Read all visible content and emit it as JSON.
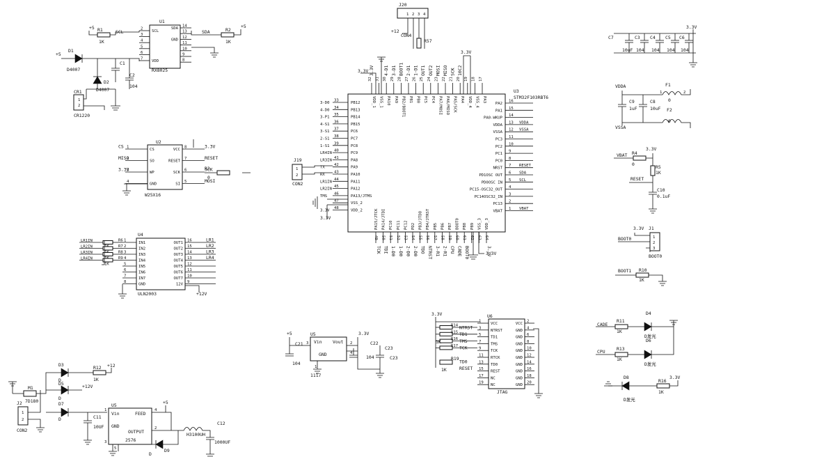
{
  "title": "",
  "mcu": {
    "ref": "U3",
    "part": "STM32F103RBT6",
    "top_pins": [
      {
        "num": "32",
        "name": "VDD_1",
        "net": "3.3V"
      },
      {
        "num": "31",
        "name": "VSS_1",
        "net": ""
      },
      {
        "num": "30",
        "name": "PA10",
        "net": "4-D1"
      },
      {
        "num": "29",
        "name": "PA9",
        "net": "3-D1"
      },
      {
        "num": "28",
        "name": "PB2/BOOT1",
        "net": "BOOT1"
      },
      {
        "num": "27",
        "name": "PB1",
        "net": "2-D1"
      },
      {
        "num": "26",
        "name": "PB0",
        "net": "1-D1"
      },
      {
        "num": "25",
        "name": "PC5",
        "net": "OUT1"
      },
      {
        "num": "24",
        "name": "PC4",
        "net": "OUT2"
      },
      {
        "num": "23",
        "name": "PA7/MOSI",
        "net": "MOSI"
      },
      {
        "num": "22",
        "name": "PA6/MISO",
        "net": "MISO"
      },
      {
        "num": "21",
        "name": "PA5/SCK",
        "net": "SCK"
      },
      {
        "num": "20",
        "name": "PA4",
        "net": "10C2"
      },
      {
        "num": "19",
        "name": "VDD_4",
        "net": ""
      },
      {
        "num": "18",
        "name": "VSS_4",
        "net": ""
      },
      {
        "num": "17",
        "name": "PA3",
        "net": ""
      }
    ],
    "left_pins": [
      {
        "num": "33",
        "name": "PB12",
        "net": "3-D0"
      },
      {
        "num": "34",
        "name": "PB13",
        "net": "4-D0"
      },
      {
        "num": "35",
        "name": "PB14",
        "net": "3-P1"
      },
      {
        "num": "36",
        "name": "PB15",
        "net": "4-S1"
      },
      {
        "num": "37",
        "name": "PC6",
        "net": "3-S1"
      },
      {
        "num": "38",
        "name": "PC7",
        "net": "2-S1"
      },
      {
        "num": "39",
        "name": "PC8",
        "net": "1-S1"
      },
      {
        "num": "40",
        "name": "PC9",
        "net": "LR4IN"
      },
      {
        "num": "41",
        "name": "PA8",
        "net": "LR3IN"
      },
      {
        "num": "42",
        "name": "PA9",
        "net": "TX"
      },
      {
        "num": "43",
        "name": "PA10",
        "net": "RX"
      },
      {
        "num": "44",
        "name": "PA11",
        "net": "LR1IN"
      },
      {
        "num": "45",
        "name": "PA12",
        "net": "LR2IN"
      },
      {
        "num": "46",
        "name": "PA13/JTMS",
        "net": "TMS"
      },
      {
        "num": "47",
        "name": "VSS_2",
        "net": ""
      },
      {
        "num": "48",
        "name": "VDD_2",
        "net": "3.3V"
      }
    ],
    "right_pins": [
      {
        "num": "16",
        "name": "PA2",
        "net": ""
      },
      {
        "num": "15",
        "name": "PA1",
        "net": ""
      },
      {
        "num": "14",
        "name": "PA0-WKUP",
        "net": ""
      },
      {
        "num": "13",
        "name": "VDDA",
        "net": "VDDA"
      },
      {
        "num": "12",
        "name": "VSSA",
        "net": "VSSA"
      },
      {
        "num": "11",
        "name": "PC3",
        "net": ""
      },
      {
        "num": "10",
        "name": "PC2",
        "net": ""
      },
      {
        "num": "9",
        "name": "PC1",
        "net": ""
      },
      {
        "num": "8",
        "name": "PC0",
        "net": ""
      },
      {
        "num": "7",
        "name": "NRST",
        "net": "RESET"
      },
      {
        "num": "6",
        "name": "PD1OSC OUT",
        "net": "SDA"
      },
      {
        "num": "5",
        "name": "PD0OSC IN",
        "net": "SCL"
      },
      {
        "num": "4",
        "name": "PC15-OSC32_OUT",
        "net": ""
      },
      {
        "num": "3",
        "name": "PC14OSC32_IN",
        "net": ""
      },
      {
        "num": "2",
        "name": "PC13",
        "net": ""
      },
      {
        "num": "1",
        "name": "VBAT",
        "net": "VBAT"
      }
    ],
    "bottom_pins": [
      {
        "num": "49",
        "name": "PA15/JTCK",
        "net": "TCK"
      },
      {
        "num": "50",
        "name": "PA14/JTDI",
        "net": "TDI"
      },
      {
        "num": "51",
        "name": "PC10",
        "net": "1-D0"
      },
      {
        "num": "52",
        "name": "PC11",
        "net": "1-D0"
      },
      {
        "num": "53",
        "name": "PC12",
        "net": "2-D0"
      },
      {
        "num": "54",
        "name": "PD2",
        "net": "2-D0"
      },
      {
        "num": "55",
        "name": "PB3/JTDO",
        "net": "TDO"
      },
      {
        "num": "56",
        "name": "PB4/JTRST",
        "net": "NTRST"
      },
      {
        "num": "57",
        "name": "PB5",
        "net": "3-R1"
      },
      {
        "num": "58",
        "name": "PB6",
        "net": "2-R1"
      },
      {
        "num": "59",
        "name": "PB7",
        "net": "CPU"
      },
      {
        "num": "60",
        "name": "BOOT0",
        "net": "CADE"
      },
      {
        "num": "61",
        "name": "PB8",
        "net": "BOOT0"
      },
      {
        "num": "62",
        "name": "PB9",
        "net": ""
      },
      {
        "num": "63",
        "name": "VSS_3",
        "net": ""
      },
      {
        "num": "64",
        "name": "VDD_3",
        "net": "3.3V"
      }
    ]
  },
  "rtc": {
    "ref": "U1",
    "part": "RX8025",
    "left": [
      {
        "num": "2",
        "name": "SCL"
      },
      {
        "num": "3",
        "name": ""
      },
      {
        "num": "4",
        "name": ""
      },
      {
        "num": "5",
        "name": ""
      },
      {
        "num": "6",
        "name": ""
      },
      {
        "num": "7",
        "name": "VDD"
      }
    ],
    "right": [
      {
        "num": "14",
        "name": "SDA"
      },
      {
        "num": "13",
        "name": ""
      },
      {
        "num": "12",
        "name": "GND"
      },
      {
        "num": "11",
        "name": ""
      },
      {
        "num": "10",
        "name": ""
      },
      {
        "num": "9",
        "name": ""
      },
      {
        "num": "8",
        "name": ""
      }
    ],
    "r1": "R1",
    "r1v": "1K",
    "r2": "R2",
    "r2v": "1K",
    "scl": "SCL",
    "sda": "SDA",
    "p5a": "+5",
    "p5b": "+5",
    "d1": "D1",
    "d1p": "D4007",
    "d2": "D2",
    "d2p": "D4007",
    "c1": "C1",
    "c2": "C2",
    "c2v": "104",
    "plus5": "+5",
    "cr1": "CR1",
    "cr1p": "CR1220",
    "pin1": "1",
    "pin2": "2"
  },
  "flash": {
    "ref": "U2",
    "part": "W25X16",
    "left": [
      {
        "num": "1",
        "name": "CS",
        "net": "CS"
      },
      {
        "num": "2",
        "name": "SO",
        "net": "MISO"
      },
      {
        "num": "3",
        "name": "WP",
        "net": "3.3V"
      },
      {
        "num": "4",
        "name": "GND",
        "net": ""
      }
    ],
    "right": [
      {
        "num": "8",
        "name": "VCC",
        "net": "3.3V"
      },
      {
        "num": "7",
        "name": "RESET",
        "net": "RESET"
      },
      {
        "num": "6",
        "name": "SCK",
        "net": "SCK"
      },
      {
        "num": "5",
        "name": "SI",
        "net": "MOSI"
      }
    ],
    "r3": "R3",
    "r3v": "0"
  },
  "driver": {
    "ref": "U4",
    "part": "ULN2003",
    "left": [
      {
        "num": "1",
        "name": "IN1",
        "net": "LR1IN"
      },
      {
        "num": "2",
        "name": "IN2",
        "net": "LR2IN"
      },
      {
        "num": "3",
        "name": "IN3",
        "net": "LR3IN"
      },
      {
        "num": "4",
        "name": "IN4",
        "net": "LR4IN"
      },
      {
        "num": "5",
        "name": "IN5",
        "net": ""
      },
      {
        "num": "6",
        "name": "IN6",
        "net": ""
      },
      {
        "num": "7",
        "name": "IN7",
        "net": ""
      },
      {
        "num": "8",
        "name": "GND",
        "net": ""
      }
    ],
    "right": [
      {
        "num": "16",
        "name": "OUT1",
        "net": "LR1"
      },
      {
        "num": "15",
        "name": "OUT2",
        "net": "LR2"
      },
      {
        "num": "14",
        "name": "OUT3",
        "net": "LR3"
      },
      {
        "num": "13",
        "name": "OUT4",
        "net": "LR4"
      },
      {
        "num": "12",
        "name": "OUT5",
        "net": ""
      },
      {
        "num": "11",
        "name": "OUT6",
        "net": ""
      },
      {
        "num": "10",
        "name": "OUT7",
        "net": ""
      },
      {
        "num": "9",
        "name": "12V",
        "net": ""
      }
    ],
    "res": [
      {
        "ref": "R6",
        "val": "1K"
      },
      {
        "ref": "R7",
        "val": "1K"
      },
      {
        "ref": "R8",
        "val": "1K"
      },
      {
        "ref": "R9",
        "val": "1K"
      }
    ],
    "plus12": "+12V"
  },
  "jtag": {
    "ref": "U6",
    "part": "JTAG",
    "left": [
      {
        "num": "1",
        "name": "VCC",
        "net": ""
      },
      {
        "num": "3",
        "name": "NTRST",
        "net": "NTRST"
      },
      {
        "num": "5",
        "name": "TD1",
        "net": "TD1"
      },
      {
        "num": "7",
        "name": "TMS",
        "net": "TMS"
      },
      {
        "num": "9",
        "name": "TCK",
        "net": "TCK"
      },
      {
        "num": "11",
        "name": "RTCK",
        "net": ""
      },
      {
        "num": "13",
        "name": "TD0",
        "net": "TD0"
      },
      {
        "num": "15",
        "name": "REST",
        "net": "RESET"
      },
      {
        "num": "17",
        "name": "NC",
        "net": ""
      },
      {
        "num": "19",
        "name": "NC",
        "net": ""
      }
    ],
    "right": [
      {
        "num": "2",
        "name": "VCC"
      },
      {
        "num": "4",
        "name": "GND"
      },
      {
        "num": "6",
        "name": "GND"
      },
      {
        "num": "8",
        "name": "GND"
      },
      {
        "num": "10",
        "name": "GND"
      },
      {
        "num": "12",
        "name": "GND"
      },
      {
        "num": "14",
        "name": "GND"
      },
      {
        "num": "16",
        "name": "GND"
      },
      {
        "num": "18",
        "name": "GND"
      },
      {
        "num": "20",
        "name": "GND"
      }
    ],
    "res": [
      "R14",
      "R15",
      "R16",
      "R17"
    ],
    "r19": "R19",
    "r19v": "1K",
    "r18v": "1K",
    "v33": "3.3V"
  },
  "ldo": {
    "ref": "U5",
    "pin_vin": "Vin",
    "pin_vout": "Vout",
    "pin_gnd": "GND",
    "p1": "1",
    "p2": "2",
    "p3": "3",
    "p4": "4",
    "plus5": "+5",
    "c21": "C21",
    "c21v": "104",
    "c22": "C22",
    "c22v": "104",
    "c23": "C23",
    "c23v": "C23",
    "lbl": "1117",
    "v33": "3.3V"
  },
  "buck": {
    "ref": "U5",
    "part": "2576",
    "vin": "Vin",
    "feed": "FEED",
    "gnd": "GND",
    "out": "OUTPUT",
    "p1": "1",
    "p2": "2",
    "p3": "3",
    "p4": "4",
    "p5": "5",
    "c11": "C11",
    "c11v": "10UF",
    "c12": "C12",
    "c12v": "1000UF",
    "l": "H3100UH",
    "d9": "D9",
    "dd": "D",
    "plus5": "+5"
  },
  "power_in": {
    "j2": "J2",
    "j2p": "CON2",
    "m1": "M1",
    "m1p": "7D180",
    "d3": "D3",
    "d5": "D5",
    "d7": "D7",
    "dp": "D",
    "r12": "R12",
    "r12v": "1K",
    "p12": "+12",
    "p12v": "+12V",
    "pin1": "1",
    "pin2": "2"
  },
  "swd": {
    "ref": "J20",
    "p1": "1",
    "p2": "2",
    "p3": "3",
    "p4": "4",
    "part": "CON4",
    "plus12": "+12",
    "r57": "R57",
    "v33": "3.3V"
  },
  "uart": {
    "ref": "J19",
    "part": "CON2",
    "p1": "1",
    "p2": "2"
  },
  "decoupling": {
    "v33": "3.3V",
    "caps": [
      {
        "ref": "C7",
        "val": "10uF"
      },
      {
        "ref": "C3",
        "val": "104"
      },
      {
        "ref": "C4",
        "val": "104"
      },
      {
        "ref": "C5",
        "val": "104"
      },
      {
        "ref": "C6",
        "val": "104"
      }
    ]
  },
  "analog": {
    "vdda": "VDDA",
    "vssa": "VSSA",
    "c9": "C9",
    "c9v": "1uF",
    "c8": "C8",
    "c8v": "10uF",
    "f1": "F1",
    "f2": "F2",
    "f1v": "0",
    "f2v": "0",
    "p1": "1",
    "p2": "2"
  },
  "vbat": {
    "label": "VBAT",
    "r4": "R4",
    "r4v": "0",
    "r5": "R5",
    "r5v": "1K",
    "reset": "RESET",
    "c10": "C10",
    "c10v": "0.1uF",
    "v33": "3.3V"
  },
  "boot": {
    "j1": "J1",
    "boot0": "BOOT0",
    "boot0b": "BOOT0",
    "boot1": "BOOT1",
    "r10": "R10",
    "r10v": "1K",
    "v33": "3.3V",
    "p1": "1",
    "p2": "2",
    "p3": "3"
  },
  "leds": {
    "cade": "CADE",
    "cpu": "CPU",
    "r11": "R11",
    "r13": "R13",
    "r16": "R16",
    "rv": "1K",
    "d4": "D4",
    "d6": "D6",
    "d8": "D8",
    "dlbl": "D发光",
    "v33": "3.3V"
  }
}
